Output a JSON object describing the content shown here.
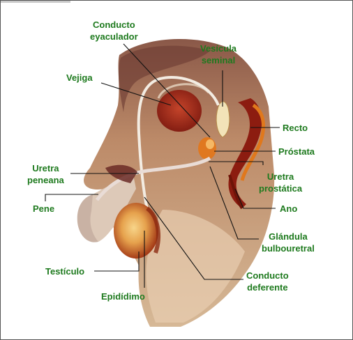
{
  "label_color": "#1e7a1e",
  "leader_color": "#111111",
  "labels": {
    "conducto_eyaculador": [
      "Conducto",
      "eyaculador"
    ],
    "vesicula_seminal": [
      "Vesícula",
      "seminal"
    ],
    "vejiga": "Vejiga",
    "recto": "Recto",
    "prostata": "Próstata",
    "uretra_peneana": [
      "Uretra",
      "peneana"
    ],
    "uretra_prostatica": [
      "Uretra",
      "prostática"
    ],
    "ano": "Ano",
    "pene": "Pene",
    "glandula_bulbouretral": [
      "Glándula",
      "bulbouretral"
    ],
    "testiculo": "Testículo",
    "conducto_deferente": [
      "Conducto",
      "deferente"
    ],
    "epididimo": "Epidídimo"
  }
}
